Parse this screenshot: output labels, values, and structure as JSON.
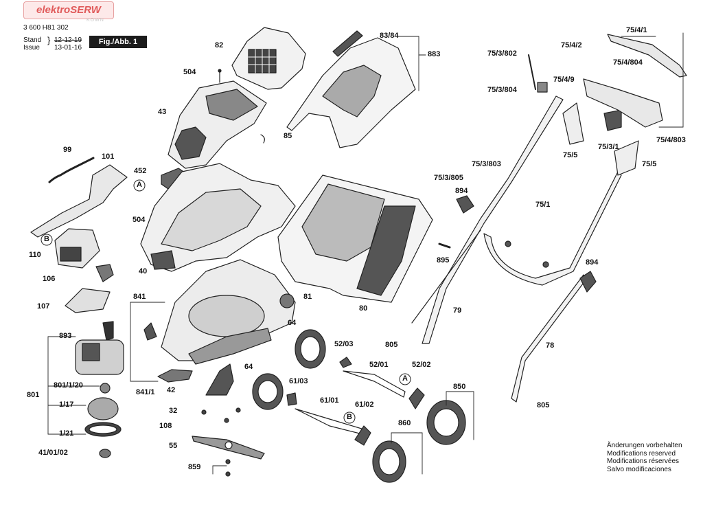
{
  "watermark": {
    "brand": "elektroSERW",
    "sub": "KOWN"
  },
  "header": {
    "part_number": "3 600 H81 302",
    "stand_label": "Stand",
    "issue_label": "Issue",
    "stand_date": "12-12-19",
    "issue_date": "13-01-16",
    "figure": "Fig./Abb. 1"
  },
  "labels": {
    "l82": "82",
    "l504a": "504",
    "l43": "43",
    "l85": "85",
    "l99": "99",
    "l101": "101",
    "l452": "452",
    "l504b": "504",
    "l40": "40",
    "l110": "110",
    "l106": "106",
    "l107": "107",
    "l841": "841",
    "l81": "81",
    "l893": "893",
    "l801": "801",
    "l801_1_20": "801/1/20",
    "l1_17": "1/17",
    "l1_21": "1/21",
    "l841_1": "841/1",
    "l42": "42",
    "l32": "32",
    "l108": "108",
    "l55": "55",
    "l41_01_02": "41/01/02",
    "l859": "859",
    "l64a": "64",
    "l64b": "64",
    "l52_03": "52/03",
    "l52_01": "52/01",
    "l52_02": "52/02",
    "l61_03": "61/03",
    "l61_01": "61/01",
    "l61_02": "61/02",
    "l80": "80",
    "l83_84": "83/84",
    "l883": "883",
    "l894a": "894",
    "l75_3_805": "75/3/805",
    "l895": "895",
    "l79": "79",
    "l805a": "805",
    "l850": "850",
    "l860": "860",
    "l75_3_802": "75/3/802",
    "l75_3_804": "75/3/804",
    "l75_3_803": "75/3/803",
    "l75_1": "75/1",
    "l75_4_2": "75/4/2",
    "l75_4_1": "75/4/1",
    "l75_4_804": "75/4/804",
    "l75_4_9": "75/4/9",
    "l75_4_803": "75/4/803",
    "l75_5a": "75/5",
    "l75_3_1": "75/3/1",
    "l75_5b": "75/5",
    "l894b": "894",
    "l78": "78",
    "l805b": "805"
  },
  "callouts": {
    "a1": "A",
    "b1": "B",
    "a2": "A",
    "b2": "B"
  },
  "notes": [
    "Änderungen vorbehalten",
    "Modifications reserved",
    "Modifications réservées",
    "Salvo modificaciones"
  ]
}
